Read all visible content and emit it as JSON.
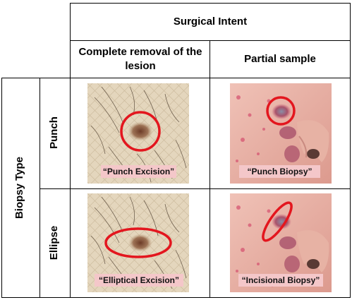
{
  "header": {
    "surgical_intent": "Surgical Intent",
    "complete_removal": "Complete removal of the lesion",
    "partial_sample": "Partial sample"
  },
  "rows": {
    "biopsy_type": "Biopsy Type",
    "punch": "Punch",
    "ellipse": "Ellipse"
  },
  "cells": {
    "punch_excision": "“Punch Excision”",
    "punch_biopsy": "“Punch Biopsy”",
    "elliptical_excision": "“Elliptical Excision”",
    "incisional_biopsy": "“Incisional Biopsy”"
  },
  "colors": {
    "outline": "#e3161e",
    "caption_bg": "#f4c7c9"
  }
}
